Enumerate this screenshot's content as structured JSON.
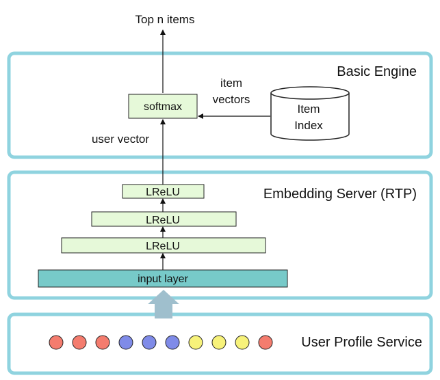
{
  "output_label": "Top n items",
  "basic_engine": {
    "title": "Basic Engine",
    "softmax_label": "softmax",
    "item_vectors_line1": "item",
    "item_vectors_line2": "vectors",
    "item_index_line1": "Item",
    "item_index_line2": "Index",
    "user_vector_label": "user vector"
  },
  "embedding_server": {
    "title": "Embedding Server (RTP)",
    "layers": [
      "LReLU",
      "LReLU",
      "LReLU"
    ],
    "input_layer_label": "input layer"
  },
  "user_profile_service": {
    "title": "User Profile Service",
    "dots": [
      {
        "color": "#f47c6e"
      },
      {
        "color": "#f47c6e"
      },
      {
        "color": "#f47c6e"
      },
      {
        "color": "#7f8be8"
      },
      {
        "color": "#7f8be8"
      },
      {
        "color": "#7f8be8"
      },
      {
        "color": "#f7f27a"
      },
      {
        "color": "#f7f27a"
      },
      {
        "color": "#f7f27a"
      },
      {
        "color": "#f47c6e"
      }
    ]
  },
  "colors": {
    "panel_border": "#8fd3df",
    "layer_fill": "#e6f9d9",
    "input_fill": "#77cac9",
    "big_arrow": "#9fbfcd"
  }
}
